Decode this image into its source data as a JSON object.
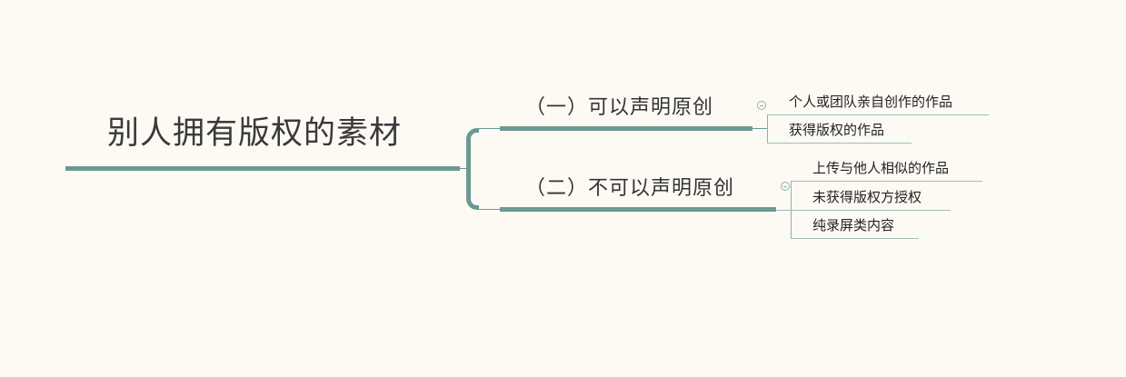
{
  "root": {
    "label": "别人拥有版权的素材"
  },
  "branches": [
    {
      "label": "（一）可以声明原创",
      "children": [
        {
          "label": "个人或团队亲自创作的作品"
        },
        {
          "label": "获得版权的作品"
        }
      ]
    },
    {
      "label": "（二）不可以声明原创",
      "children": [
        {
          "label": "上传与他人相似的作品"
        },
        {
          "label": "未获得版权方授权"
        },
        {
          "label": "纯录屏类内容"
        }
      ]
    }
  ],
  "colors": {
    "background": "#fdfaf4",
    "connector": "#6b9a93",
    "leaf_line": "#9dbdb8",
    "text": "#333333"
  },
  "icons": {
    "collapse": "collapse-minus-icon"
  }
}
